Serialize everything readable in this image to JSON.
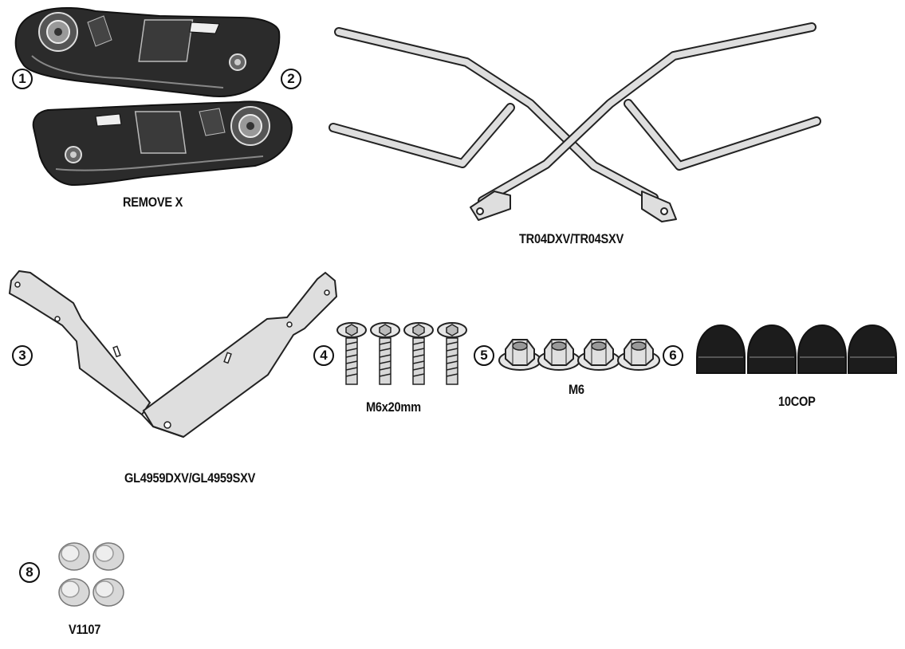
{
  "badges": {
    "b1": "1",
    "b2": "2",
    "b3": "3",
    "b4": "4",
    "b5": "5",
    "b6": "6",
    "b8": "8"
  },
  "labels": {
    "remove": "REMOVE X",
    "frame": "TR04DXV/TR04SXV",
    "plate": "GL4959DXV/GL4959SXV",
    "screws": "M6x20mm",
    "nuts": "M6",
    "caps": "10COP",
    "spacers": "V1107"
  },
  "colors": {
    "part_dark": "#2b2b2b",
    "metal_fill": "#dedede",
    "outline": "#222222"
  }
}
